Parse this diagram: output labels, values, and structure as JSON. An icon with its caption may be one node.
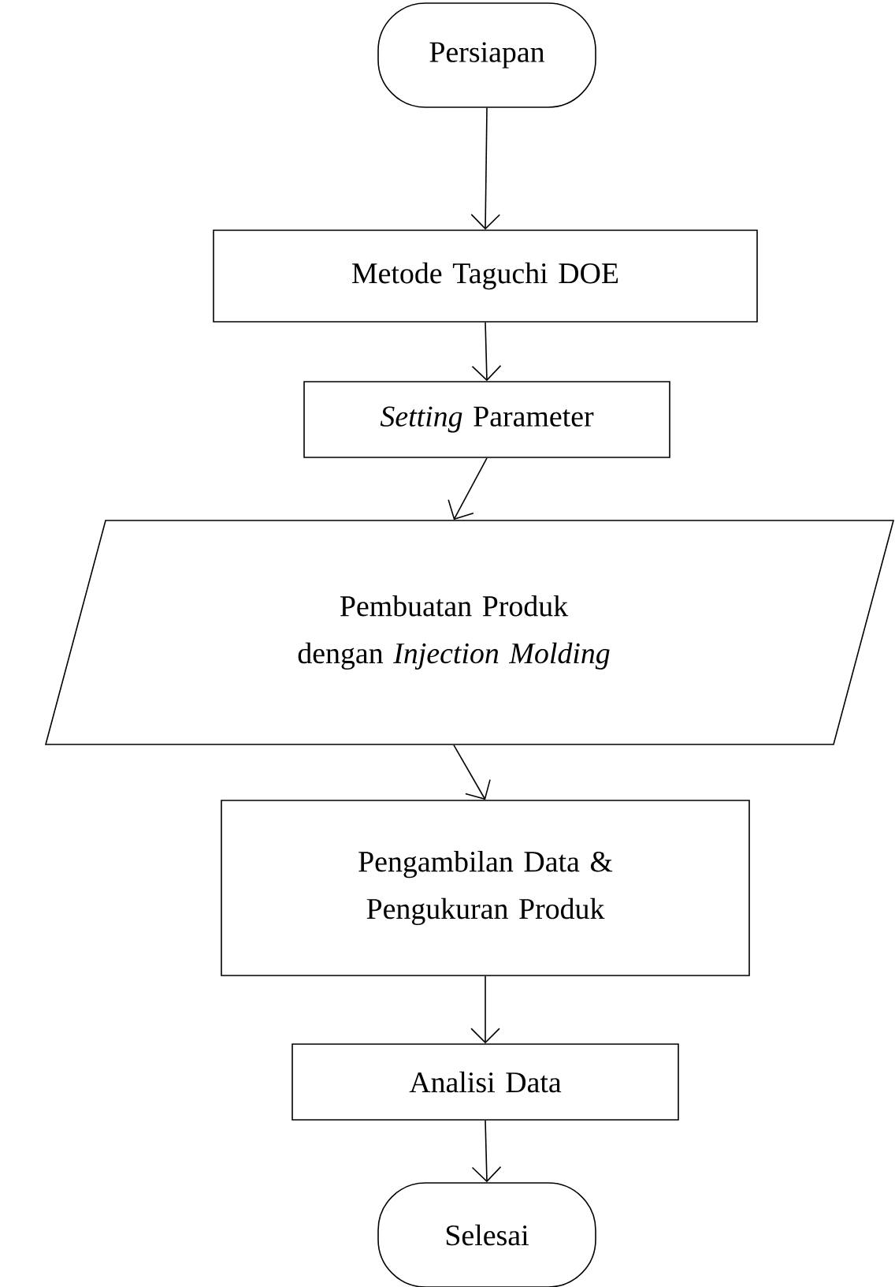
{
  "diagram": {
    "nodes": [
      {
        "text": [
          "Persiapan"
        ]
      },
      {
        "text": [
          "Metode Taguchi DOE"
        ]
      },
      {
        "text": [
          "*Setting* Parameter"
        ]
      },
      {
        "text": [
          "Pembuatan Produk dengan *Injection Molding*"
        ]
      },
      {
        "text": [
          "Pengambilan Data & Pengukuran Produk"
        ]
      },
      {
        "text": [
          "Analisi Data"
        ]
      },
      {
        "text": [
          "Selesai"
        ]
      }
    ],
    "edges": [
      {
        "from": 0,
        "to": 1,
        "arrow": "to"
      },
      {
        "from": 1,
        "to": 2,
        "arrow": "to"
      },
      {
        "from": 2,
        "to": 3,
        "arrow": "to"
      },
      {
        "from": 3,
        "to": 4,
        "arrow": "to"
      },
      {
        "from": 4,
        "to": 5,
        "arrow": "to"
      },
      {
        "from": 5,
        "to": 6,
        "arrow": "to"
      }
    ]
  }
}
